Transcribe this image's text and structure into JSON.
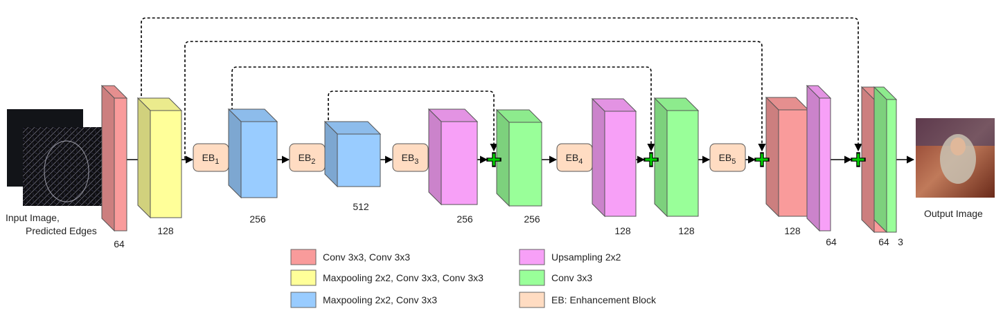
{
  "input_label_line1": "Input Image,",
  "input_label_line2": "Predicted Edges",
  "output_label": "Output Image",
  "blocks": [
    {
      "label": "64"
    },
    {
      "label": "128"
    },
    {
      "label": "256"
    },
    {
      "label": "512"
    },
    {
      "label": "256"
    },
    {
      "label": "256"
    },
    {
      "label": "128"
    },
    {
      "label": "128"
    },
    {
      "label": "128"
    },
    {
      "label": "64"
    },
    {
      "label": "64"
    },
    {
      "label": "3"
    }
  ],
  "enhancement_blocks": [
    {
      "base": "EB",
      "sub": "1"
    },
    {
      "base": "EB",
      "sub": "2"
    },
    {
      "base": "EB",
      "sub": "3"
    },
    {
      "base": "EB",
      "sub": "4"
    },
    {
      "base": "EB",
      "sub": "5"
    }
  ],
  "legend": [
    {
      "label": "Conv 3x3, Conv 3x3",
      "color": "#f99b9b"
    },
    {
      "label": "Maxpooling 2x2, Conv 3x3, Conv 3x3",
      "color": "#ffff99"
    },
    {
      "label": "Maxpooling 2x2, Conv 3x3",
      "color": "#99ccff"
    },
    {
      "label": "Upsampling 2x2",
      "color": "#f7a0f7"
    },
    {
      "label": "Conv 3x3",
      "color": "#99ff99"
    },
    {
      "label": "EB: Enhancement Block",
      "color": "#ffdcc2"
    }
  ],
  "colors": {
    "conv": "#f99b9b",
    "maxpool_conv_conv": "#ffff99",
    "maxpool_conv": "#99ccff",
    "upsample": "#f7a0f7",
    "conv_single": "#99ff99",
    "eb": "#ffdcc2",
    "plus": "#00cc00"
  }
}
